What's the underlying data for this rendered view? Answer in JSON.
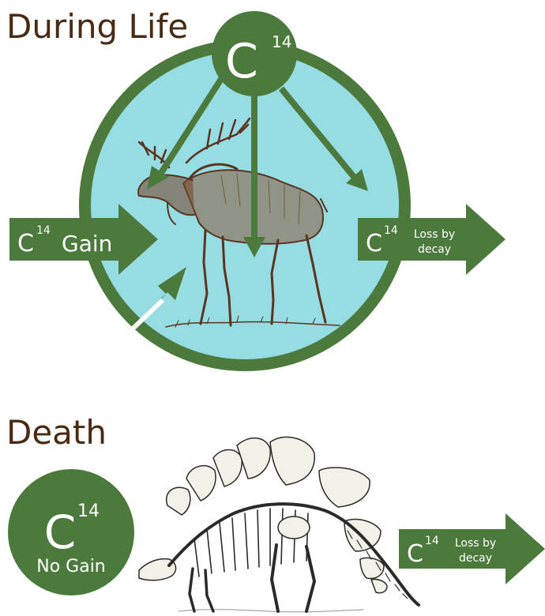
{
  "life": {
    "title": "During Life",
    "source_symbol": "C",
    "source_sup": "14",
    "gain": {
      "symbol": "C",
      "sup": "14",
      "label": "Gain"
    },
    "loss": {
      "symbol": "C",
      "sup": "14",
      "line1": "Loss by",
      "line2": "decay"
    }
  },
  "death": {
    "title": "Death",
    "badge": {
      "symbol": "C",
      "sup": "14",
      "label": "No Gain"
    },
    "loss": {
      "symbol": "C",
      "sup": "14",
      "line1": "Loss by",
      "line2": "decay"
    }
  },
  "colors": {
    "green": "#4c7a3c",
    "cyan": "#96dce3",
    "title_brown": "#4a2a12",
    "moose_brown": "#5a3420",
    "bone": "#f3f0e8",
    "bone_line": "#2a2a2a"
  },
  "illustrations": {
    "life": "moose-illustration",
    "death": "stegosaurus-skeleton-illustration"
  }
}
